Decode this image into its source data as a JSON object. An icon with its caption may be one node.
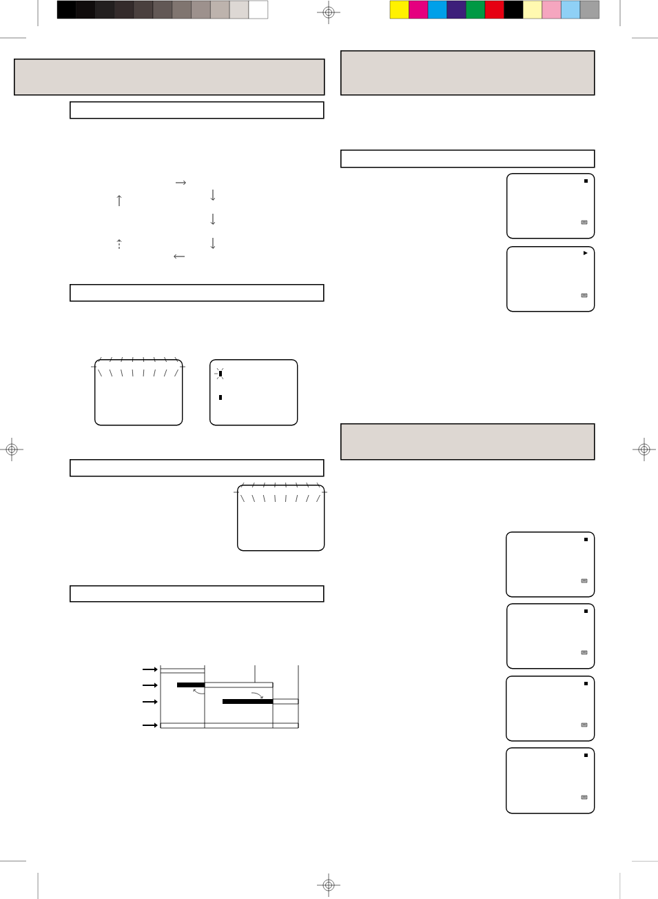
{
  "diagram": {
    "nodes": [
      {
        "text": [],
        "shape": "band"
      },
      {
        "text": [],
        "shape": "box"
      },
      {
        "text": [],
        "shape": "box"
      },
      {
        "text": [],
        "shape": "screen"
      },
      {
        "text": [],
        "shape": "screen"
      },
      {
        "text": [],
        "shape": "box"
      },
      {
        "text": [],
        "shape": "screen"
      },
      {
        "text": [],
        "shape": "box"
      },
      {
        "text": [],
        "shape": "band"
      },
      {
        "text": [],
        "shape": "box"
      },
      {
        "text": [],
        "shape": "screen"
      },
      {
        "text": [],
        "shape": "screen"
      },
      {
        "text": [],
        "shape": "band"
      },
      {
        "text": [],
        "shape": "screen"
      },
      {
        "text": [],
        "shape": "screen"
      },
      {
        "text": [],
        "shape": "screen"
      },
      {
        "text": [],
        "shape": "screen"
      }
    ]
  }
}
